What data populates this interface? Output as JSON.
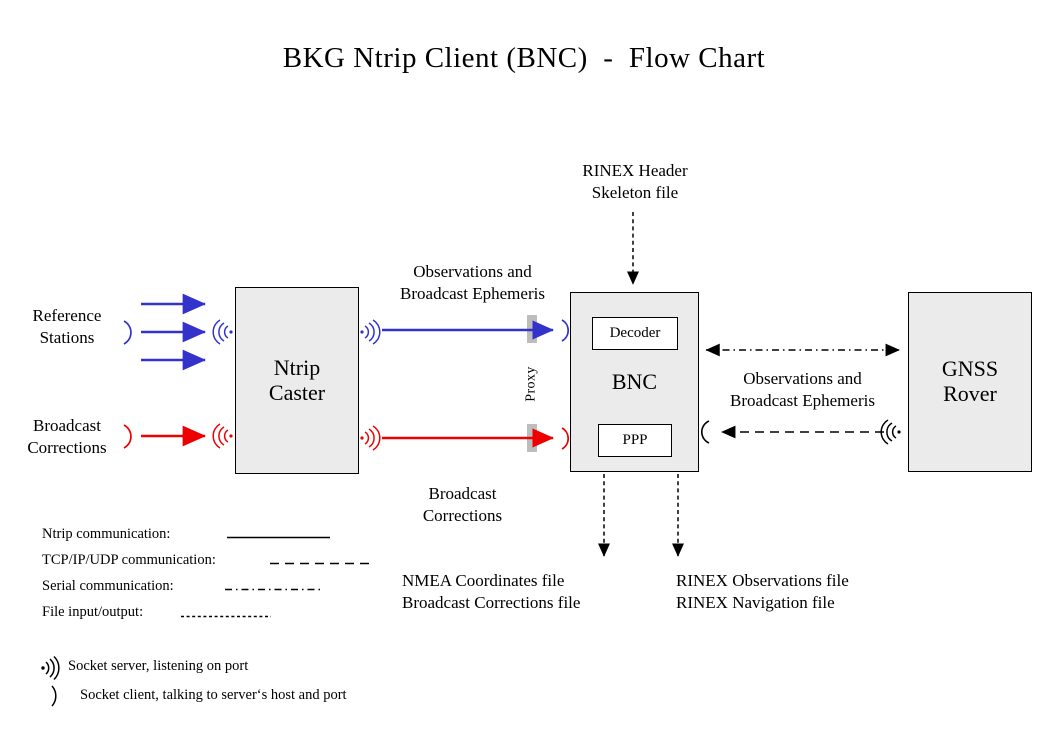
{
  "title": "BKG Ntrip Client (BNC)  -  Flow Chart",
  "nodes": {
    "caster": "Ntrip\nCaster",
    "bnc": "BNC",
    "bnc_decoder": "Decoder",
    "bnc_ppp": "PPP",
    "rover": "GNSS\nRover",
    "proxy": "Proxy"
  },
  "labels": {
    "reference_stations": "Reference\nStations",
    "broadcast_corrections_in": "Broadcast\nCorrections",
    "obs_eph_left": "Observations and\nBroadcast Ephemeris",
    "broadcast_corrections_mid": "Broadcast\nCorrections",
    "rinex_skeleton": "RINEX Header\nSkeleton file",
    "obs_eph_right": "Observations and\nBroadcast Ephemeris",
    "out_left": "NMEA Coordinates file\nBroadcast Corrections file",
    "out_right": "RINEX Observations file\nRINEX Navigation file"
  },
  "legend": {
    "lines": [
      {
        "label": "Ntrip communication:",
        "style": "solid"
      },
      {
        "label": "TCP/IP/UDP communication:",
        "style": "long-dash"
      },
      {
        "label": "Serial communication:",
        "style": "dash-dot"
      },
      {
        "label": "File input/output:",
        "style": "dotted"
      }
    ],
    "sockets": [
      {
        "icon": "socket-server-icon",
        "label": "Socket server, listening on port"
      },
      {
        "icon": "socket-client-icon",
        "label": "Socket client, talking to server‘s host and port"
      }
    ]
  },
  "colors": {
    "ntrip_blue": "#3333CC",
    "corrections_red": "#EE0000",
    "node_fill": "#EBEBEB",
    "proxy_bar": "#BDBDBD",
    "stroke": "#000000"
  }
}
